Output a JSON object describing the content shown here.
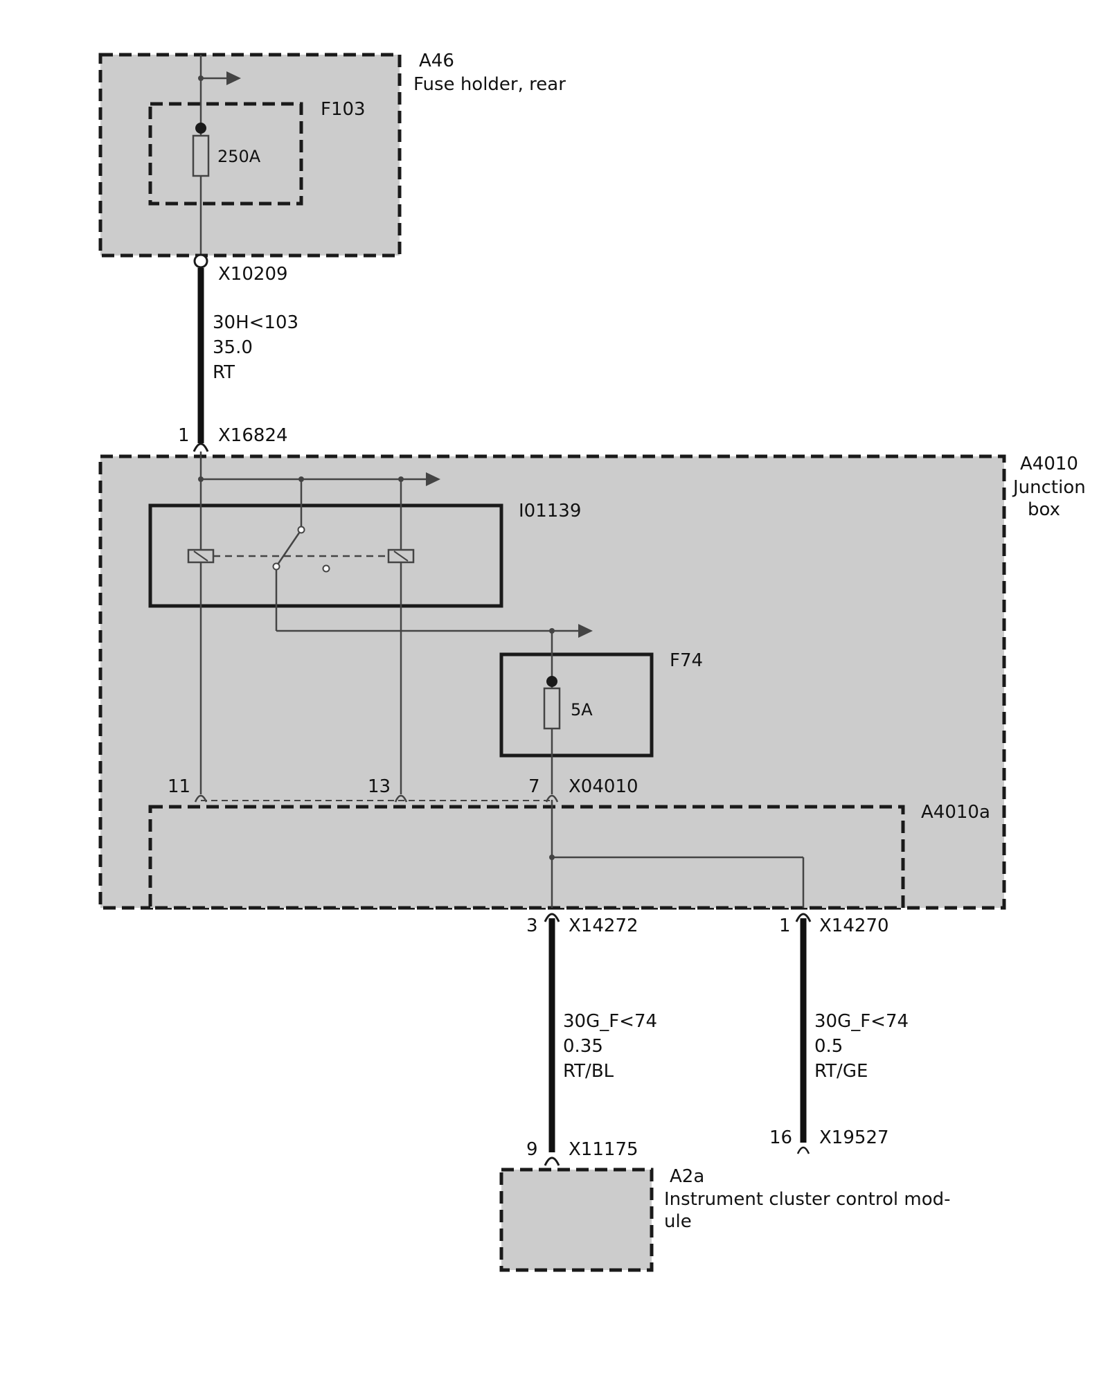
{
  "colors": {
    "fill": "#cccccc",
    "stroke": "#1a1a1a",
    "wire": "#444444",
    "background": "#ffffff"
  },
  "a46": {
    "id": "A46",
    "name": "Fuse holder, rear"
  },
  "f103": {
    "id": "F103",
    "rating": "250A"
  },
  "x10209": {
    "id": "X10209"
  },
  "wire1": {
    "circuit": "30H<103",
    "size": "35.0",
    "color": "RT"
  },
  "x16824": {
    "pin": "1",
    "id": "X16824"
  },
  "a4010": {
    "id": "A4010",
    "name_line1": "Junction",
    "name_line2": "box"
  },
  "i01139": {
    "id": "I01139"
  },
  "f74": {
    "id": "F74",
    "rating": "5A"
  },
  "x04010": {
    "id": "X04010",
    "pins": [
      "11",
      "13",
      "7"
    ]
  },
  "a4010a": {
    "id": "A4010a"
  },
  "x14272": {
    "pin": "3",
    "id": "X14272"
  },
  "x14270": {
    "pin": "1",
    "id": "X14270"
  },
  "wire2": {
    "circuit": "30G_F<74",
    "size": "0.35",
    "color": "RT/BL"
  },
  "wire3": {
    "circuit": "30G_F<74",
    "size": "0.5",
    "color": "RT/GE"
  },
  "x11175": {
    "pin": "9",
    "id": "X11175"
  },
  "x19527": {
    "pin": "16",
    "id": "X19527"
  },
  "a2a": {
    "id": "A2a",
    "name_line1": "Instrument cluster control mod-",
    "name_line2": "ule"
  }
}
